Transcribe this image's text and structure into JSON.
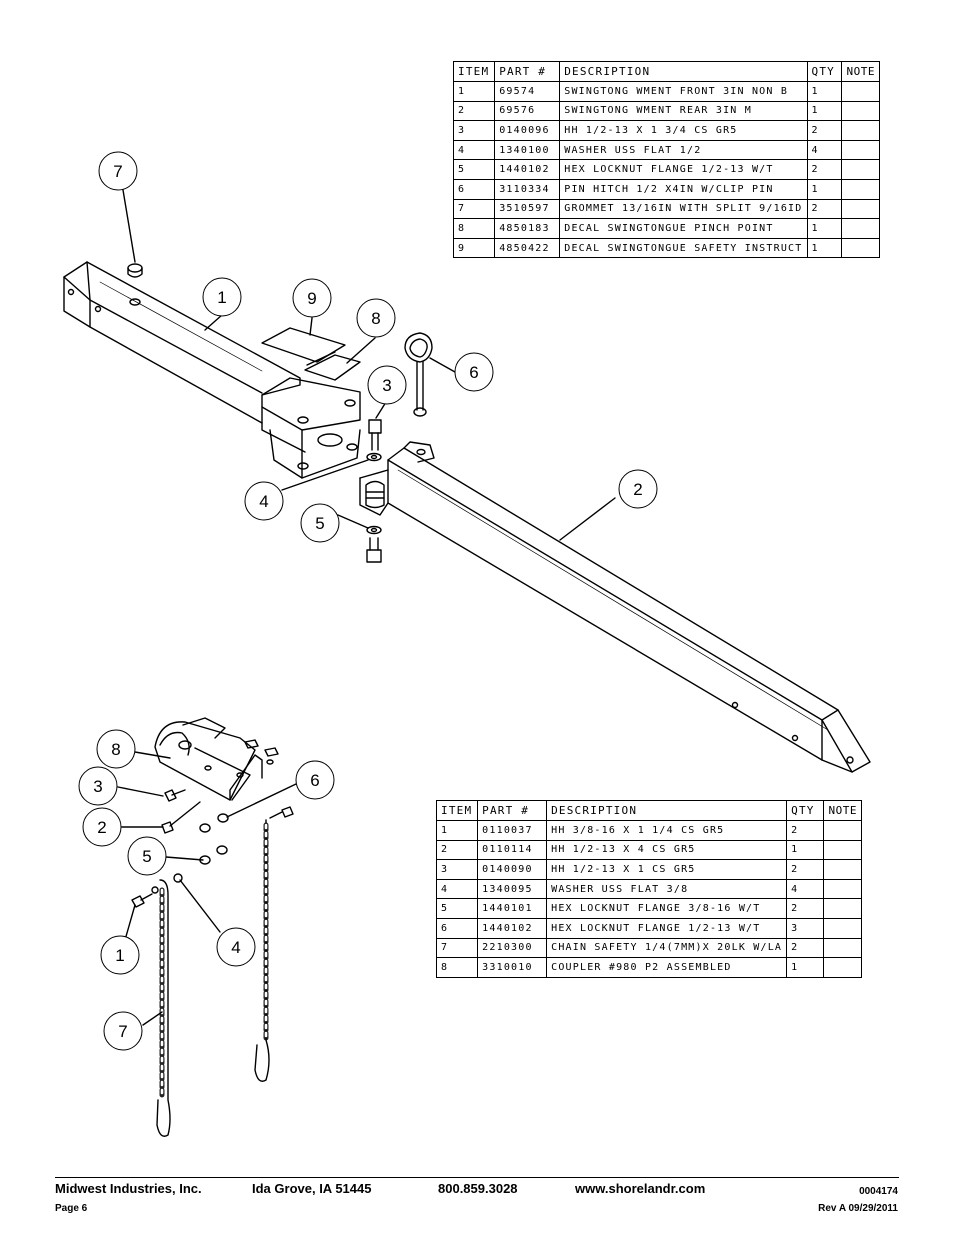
{
  "table_top": {
    "headers": [
      "ITEM",
      "PART #",
      "DESCRIPTION",
      "QTY",
      "NOTE"
    ],
    "rows": [
      [
        "1",
        "69574",
        "SWINGTONG WMENT FRONT 3IN NON B",
        "1",
        ""
      ],
      [
        "2",
        "69576",
        "SWINGTONG WMENT REAR 3IN M",
        "1",
        ""
      ],
      [
        "3",
        "0140096",
        "HH 1/2-13 X 1 3/4 CS GR5",
        "2",
        ""
      ],
      [
        "4",
        "1340100",
        "WASHER USS FLAT 1/2",
        "4",
        ""
      ],
      [
        "5",
        "1440102",
        "HEX LOCKNUT FLANGE 1/2-13 W/T",
        "2",
        ""
      ],
      [
        "6",
        "3110334",
        "PIN HITCH 1/2 X4IN W/CLIP PIN",
        "1",
        ""
      ],
      [
        "7",
        "3510597",
        "GROMMET 13/16IN  WITH SPLIT 9/16ID",
        "2",
        ""
      ],
      [
        "8",
        "4850183",
        "DECAL SWINGTONGUE PINCH POINT",
        "1",
        ""
      ],
      [
        "9",
        "4850422",
        "DECAL SWINGTONGUE SAFETY INSTRUCT",
        "1",
        ""
      ]
    ]
  },
  "table_bottom": {
    "headers": [
      "ITEM",
      "PART #",
      "DESCRIPTION",
      "QTY",
      "NOTE"
    ],
    "rows": [
      [
        "1",
        "0110037",
        "HH 3/8-16 X 1 1/4 CS GR5",
        "2",
        ""
      ],
      [
        "2",
        "0110114",
        "HH 1/2-13 X 4 CS GR5",
        "1",
        ""
      ],
      [
        "3",
        "0140090",
        "HH 1/2-13 X 1 CS GR5",
        "2",
        ""
      ],
      [
        "4",
        "1340095",
        "WASHER USS FLAT 3/8",
        "4",
        ""
      ],
      [
        "5",
        "1440101",
        "HEX LOCKNUT FLANGE 3/8-16 W/T",
        "2",
        ""
      ],
      [
        "6",
        "1440102",
        "HEX LOCKNUT FLANGE 1/2-13 W/T",
        "3",
        ""
      ],
      [
        "7",
        "2210300",
        "CHAIN SAFETY 1/4(7MM)X 20LK W/LA",
        "2",
        ""
      ],
      [
        "8",
        "3310010",
        "COUPLER #980 P2 ASSEMBLED",
        "1",
        ""
      ]
    ]
  },
  "callouts_top": [
    "7",
    "1",
    "9",
    "8",
    "3",
    "6",
    "4",
    "5",
    "2"
  ],
  "callouts_bottom": [
    "8",
    "3",
    "2",
    "6",
    "5",
    "1",
    "4",
    "7"
  ],
  "footer": {
    "company": "Midwest Industries, Inc.",
    "city": "Ida Grove, IA  51445",
    "phone": "800.859.3028",
    "website": "www.shorelandr.com",
    "doc_number": "0004174",
    "page": "Page 6",
    "revision": "Rev A  09/29/2011"
  }
}
